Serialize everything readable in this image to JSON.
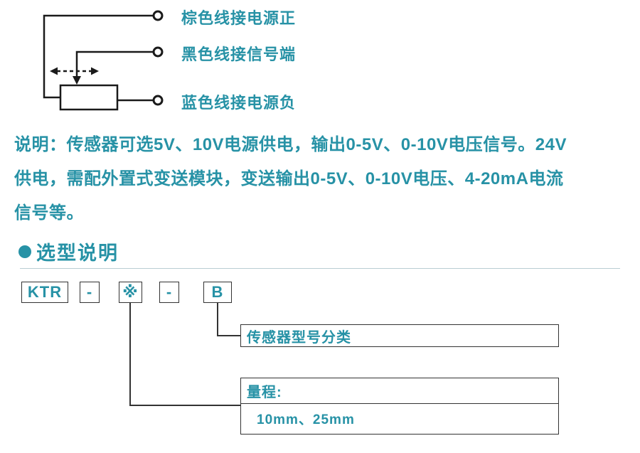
{
  "colors": {
    "teal": "#2792a6",
    "line": "#1a1a1a",
    "border": "#333333",
    "rule": "#b9cdd3"
  },
  "wiring": {
    "labels": [
      {
        "text": "棕色线接电源正"
      },
      {
        "text": "黑色线接信号端"
      },
      {
        "text": "蓝色线接电源负"
      }
    ]
  },
  "description": {
    "lines": [
      "说明：传感器可选5V、10V电源供电，输出0-5V、0-10V电压信号。24V",
      "供电，需配外置式变送模块，变送输出0-5V、0-10V电压、4-20mA电流",
      "信号等。"
    ]
  },
  "section": {
    "title": "选型说明"
  },
  "model_code": {
    "boxes": [
      "KTR",
      "-",
      "※",
      "-",
      "B"
    ],
    "callout_type": "传感器型号分类",
    "callout_range_label": "量程:",
    "callout_range_value": "10mm、25mm"
  }
}
